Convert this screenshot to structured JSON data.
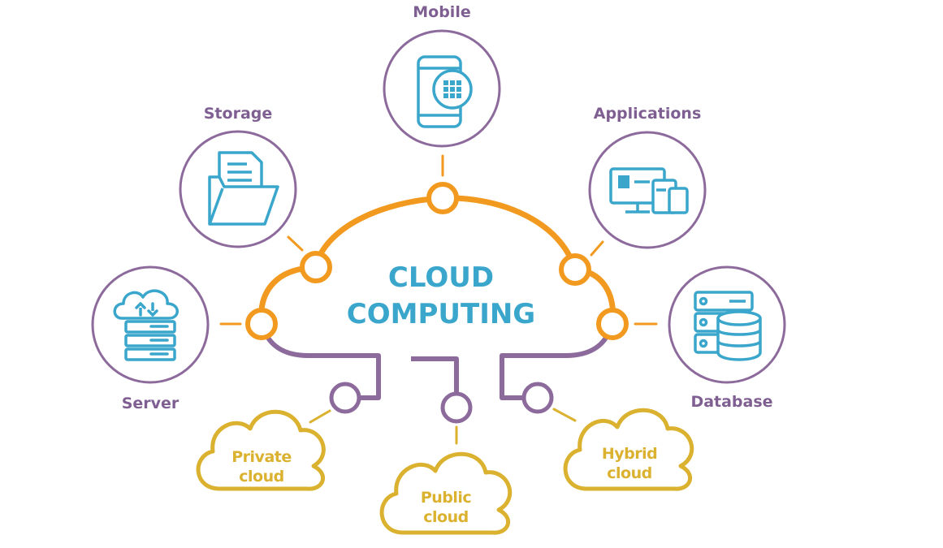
{
  "colors": {
    "orange": "#f29a1f",
    "purple": "#8c6a9c",
    "teal": "#3aa6cc",
    "gold": "#dbb130",
    "label_purple": "#7f5f92"
  },
  "center": {
    "line1": "CLOUD",
    "line2": "COMPUTING"
  },
  "nodes": {
    "mobile": {
      "label": "Mobile",
      "icon": "mobile-phone-icon"
    },
    "storage": {
      "label": "Storage",
      "icon": "folder-documents-icon"
    },
    "applications": {
      "label": "Applications",
      "icon": "desktop-devices-icon"
    },
    "server": {
      "label": "Server",
      "icon": "cloud-server-icon"
    },
    "database": {
      "label": "Database",
      "icon": "database-server-icon"
    }
  },
  "clouds": {
    "private": {
      "line1": "Private",
      "line2": "cloud"
    },
    "public": {
      "line1": "Public",
      "line2": "cloud"
    },
    "hybrid": {
      "line1": "Hybrid",
      "line2": "cloud"
    }
  }
}
